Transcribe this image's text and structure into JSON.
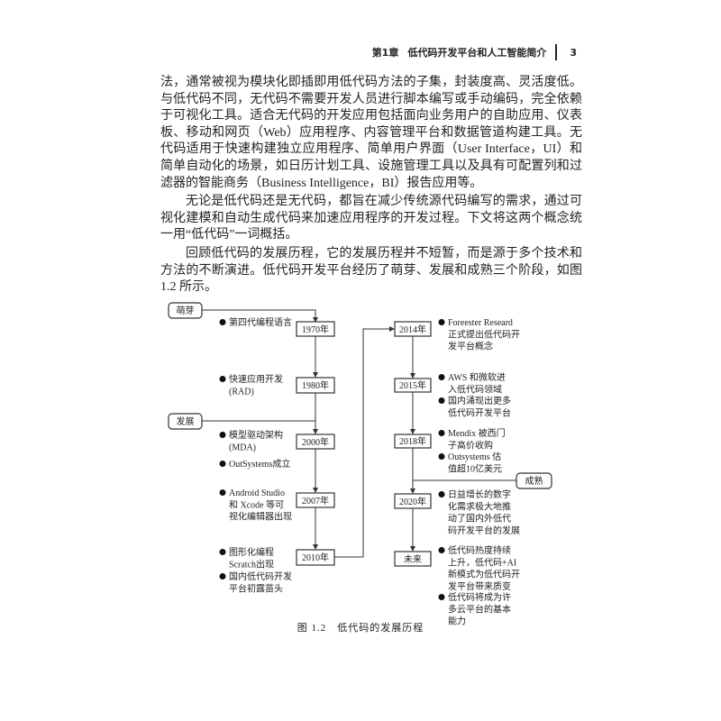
{
  "header": {
    "chapter": "第1章",
    "title": "低代码开发平台和人工智能简介",
    "page": "3"
  },
  "paragraphs": [
    "法，通常被视为模块化即插即用低代码方法的子集，封装度高、灵活度低。与低代码不同，无代码不需要开发人员进行脚本编写或手动编码，完全依赖于可视化工具。适合无代码的开发应用包括面向业务用户的自助应用、仪表板、移动和网页（Web）应用程序、内容管理平台和数据管道构建工具。无代码适用于快速构建独立应用程序、简单用户界面（User Interface，UI）和简单自动化的场景，如日历计划工具、设施管理工具以及具有可配置列和过滤器的智能商务（Business Intelligence，BI）报告应用等。",
    "无论是低代码还是无代码，都旨在减少传统源代码编写的需求，通过可视化建模和自动生成代码来加速应用程序的开发过程。下文将这两个概念统一用“低代码”一词概括。",
    "回顾低代码的发展历程，它的发展历程并不短暂，而是源于多个技术和方法的不断演进。低代码开发平台经历了萌芽、发展和成熟三个阶段，如图 1.2 所示。"
  ],
  "figure": {
    "stages": {
      "sprout": "萌芽",
      "develop": "发展",
      "mature": "成熟"
    },
    "years": [
      "1970年",
      "1980年",
      "2000年",
      "2007年",
      "2010年",
      "2014年",
      "2015年",
      "2018年",
      "2020年",
      "未来"
    ],
    "events": {
      "y1970": [
        [
          "第四代编程语言"
        ]
      ],
      "y1980": [
        [
          "快速应用开发",
          "(RAD)"
        ]
      ],
      "y2000": [
        [
          "模型驱动架构",
          "(MDA)"
        ],
        [
          "OutSystems成立"
        ]
      ],
      "y2007": [
        [
          "Android Studio",
          "和 Xcode 等可",
          "视化编辑器出现"
        ]
      ],
      "y2010": [
        [
          "图形化编程",
          "Scratch出现"
        ],
        [
          "国内低代码开发",
          "平台初露苗头"
        ]
      ],
      "y2014": [
        [
          "Foreester Researd",
          "正式提出低代码开",
          "发平台概念"
        ]
      ],
      "y2015": [
        [
          "AWS 和微软进",
          "入低代码领域"
        ],
        [
          "国内涌现出更多",
          "低代码开发平台"
        ]
      ],
      "y2018": [
        [
          "Mendix 被西门",
          "子高价收购"
        ],
        [
          "Outsystems 估",
          "值超10亿美元"
        ]
      ],
      "y2020": [
        [
          "日益增长的数字",
          "化需求极大地推",
          "动了国内外低代",
          "码开发平台的发展"
        ]
      ],
      "future": [
        [
          "低代码热度持续",
          "上升，低代码+AI",
          "新模式为低代码开",
          "发平台带来质变"
        ],
        [
          "低代码将成为许",
          "多云平台的基本",
          "能力"
        ]
      ]
    },
    "caption": "图 1.2　低代码的发展历程"
  }
}
